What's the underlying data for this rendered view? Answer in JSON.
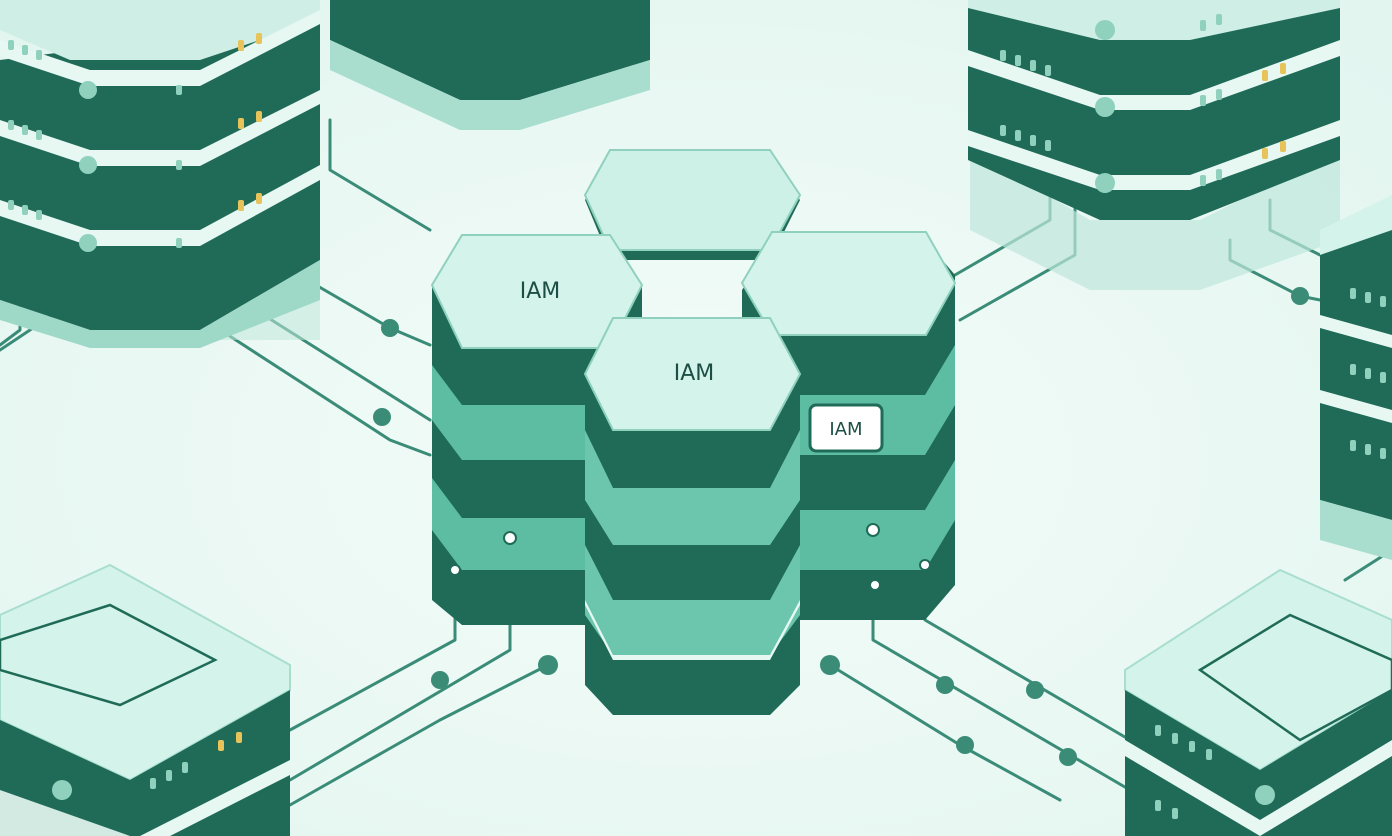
{
  "labels": {
    "left_column_top": "IAM",
    "front_column_top": "IAM",
    "side_tag": "IAM"
  },
  "colors": {
    "background": "#e9f8f4",
    "dark_green": "#1f6b58",
    "mid_green": "#2f8a72",
    "light_green": "#6cc6ad",
    "top_face": "#d4f3ea",
    "trace": "#3a8c77",
    "led": "#e7c35a"
  }
}
